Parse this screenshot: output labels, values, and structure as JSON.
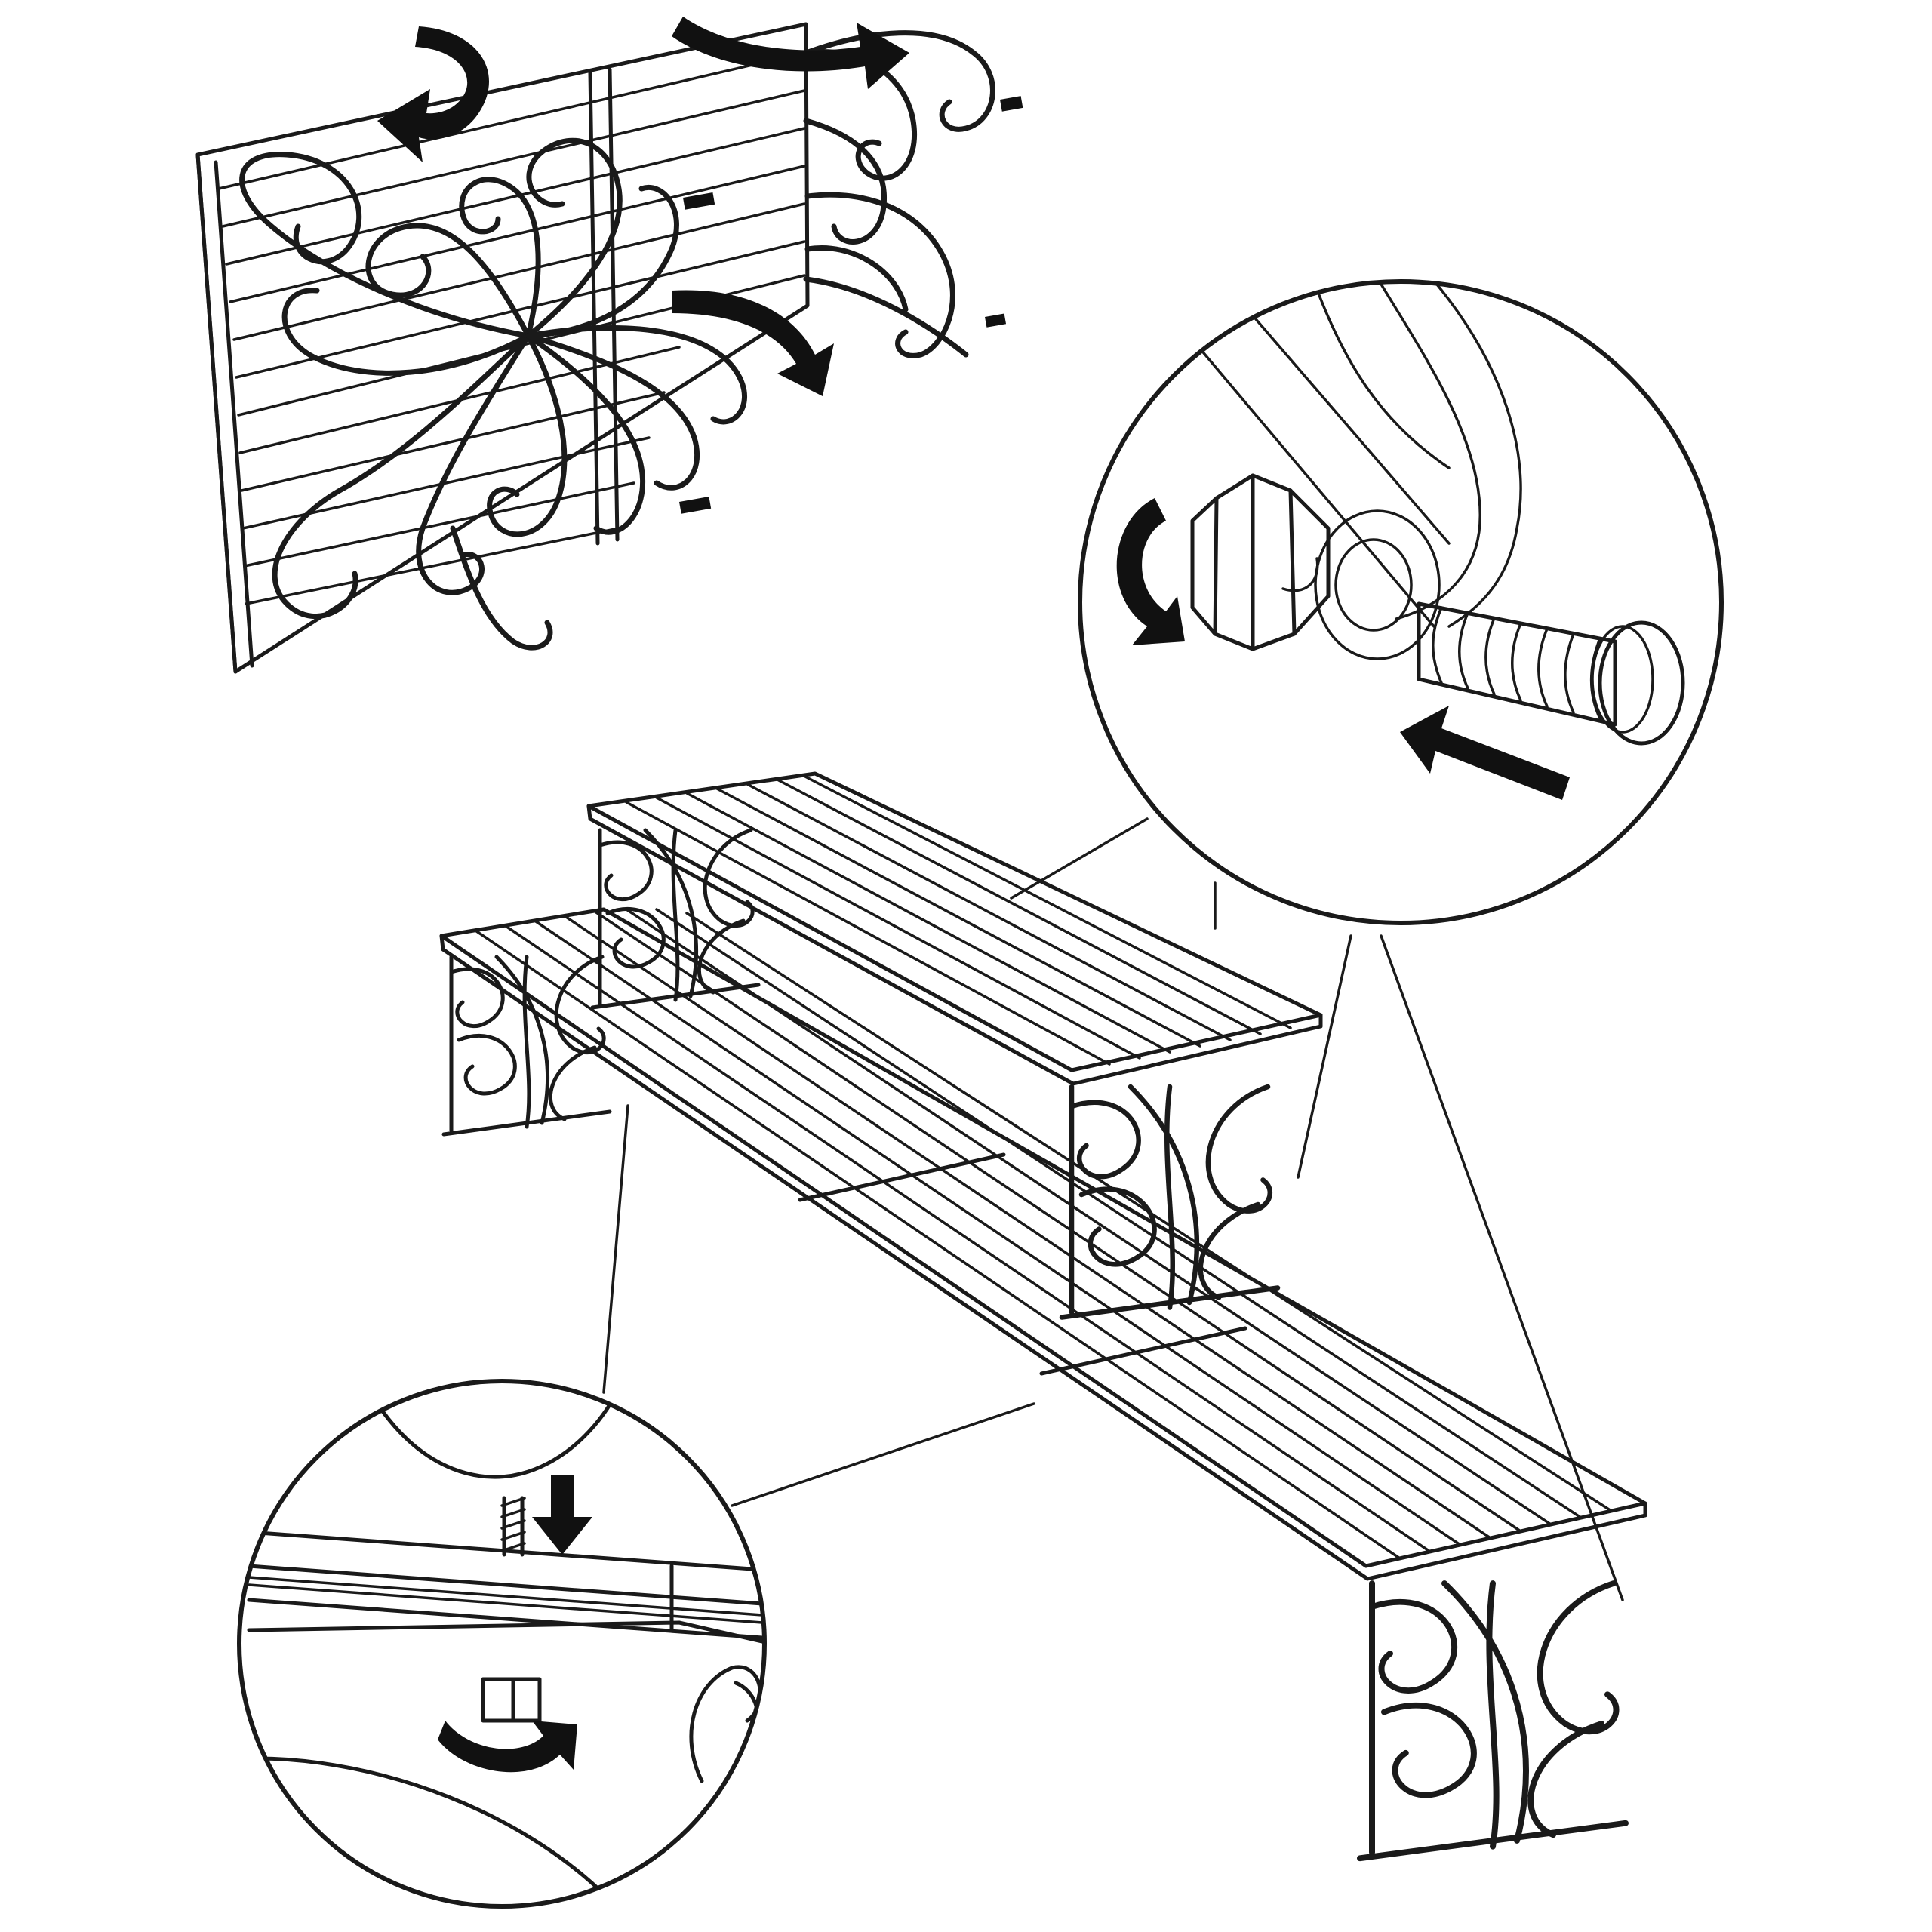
{
  "diagram": {
    "type": "assembly-instruction",
    "colors": {
      "line": "#1a1a1a",
      "arrow": "#111111",
      "background": "#ffffff"
    },
    "parts": [
      {
        "id": "side-bracket",
        "icon": "scroll-bracket"
      },
      {
        "id": "two-tier-shelf",
        "icon": "plant-stand"
      }
    ],
    "callouts": [
      {
        "id": "bolt-detail",
        "icon": "bolt-with-nut",
        "action": "insert-and-tighten"
      },
      {
        "id": "nut-detail",
        "icon": "screw-and-nut",
        "action": "drop-in-and-tighten"
      }
    ],
    "arrows": [
      {
        "id": "rotate-top-left",
        "kind": "curved"
      },
      {
        "id": "rotate-top-right",
        "kind": "curved"
      },
      {
        "id": "rotate-middle",
        "kind": "curved"
      },
      {
        "id": "tighten-nut",
        "kind": "curved"
      },
      {
        "id": "insert-bolt",
        "kind": "straight"
      },
      {
        "id": "screw-down",
        "kind": "straight"
      },
      {
        "id": "turn-nut",
        "kind": "curved"
      }
    ]
  }
}
